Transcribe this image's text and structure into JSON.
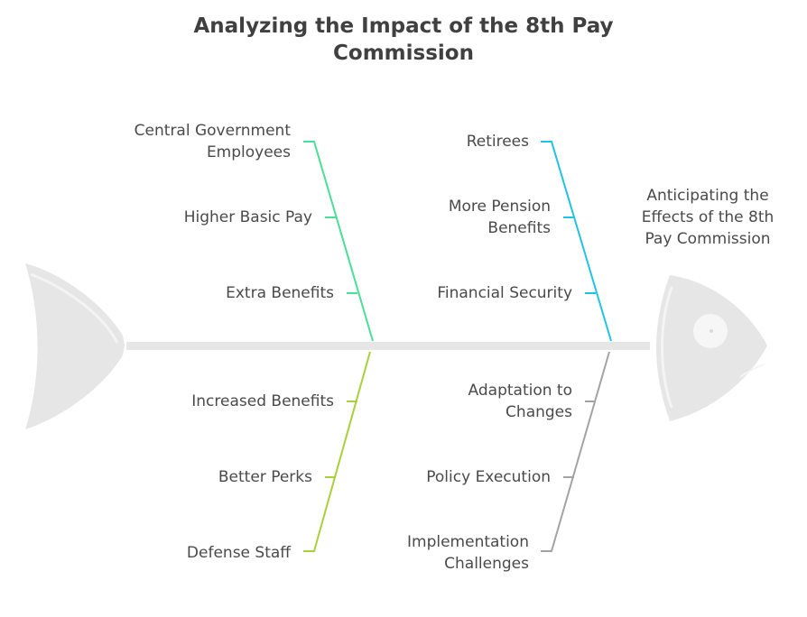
{
  "title": {
    "line1": "Analyzing the Impact of the 8th Pay",
    "line2": "Commission"
  },
  "head": {
    "line1": "Anticipating the",
    "line2": "Effects of the 8th",
    "line3": "Pay Commission"
  },
  "branches": {
    "top_left": {
      "color": "#4ade96",
      "label": {
        "line1": "Central Government",
        "line2": "Employees"
      },
      "causes": [
        "Higher Basic Pay",
        "Extra Benefits"
      ]
    },
    "top_right": {
      "color": "#22c2e6",
      "label": {
        "line1": "Retirees"
      },
      "causes": [
        {
          "line1": "More Pension",
          "line2": "Benefits"
        },
        {
          "line1": "Financial Security"
        }
      ]
    },
    "bottom_left": {
      "color": "#a6d13c",
      "label": {
        "line1": "Defense Staff"
      },
      "causes": [
        "Increased Benefits",
        "Better Perks"
      ]
    },
    "bottom_right": {
      "color": "#a3a3a3",
      "label": {
        "line1": "Implementation",
        "line2": "Challenges"
      },
      "causes": [
        {
          "line1": "Adaptation to",
          "line2": "Changes"
        },
        {
          "line1": "Policy Execution"
        }
      ]
    }
  },
  "fish_color": "#e6e6e6"
}
